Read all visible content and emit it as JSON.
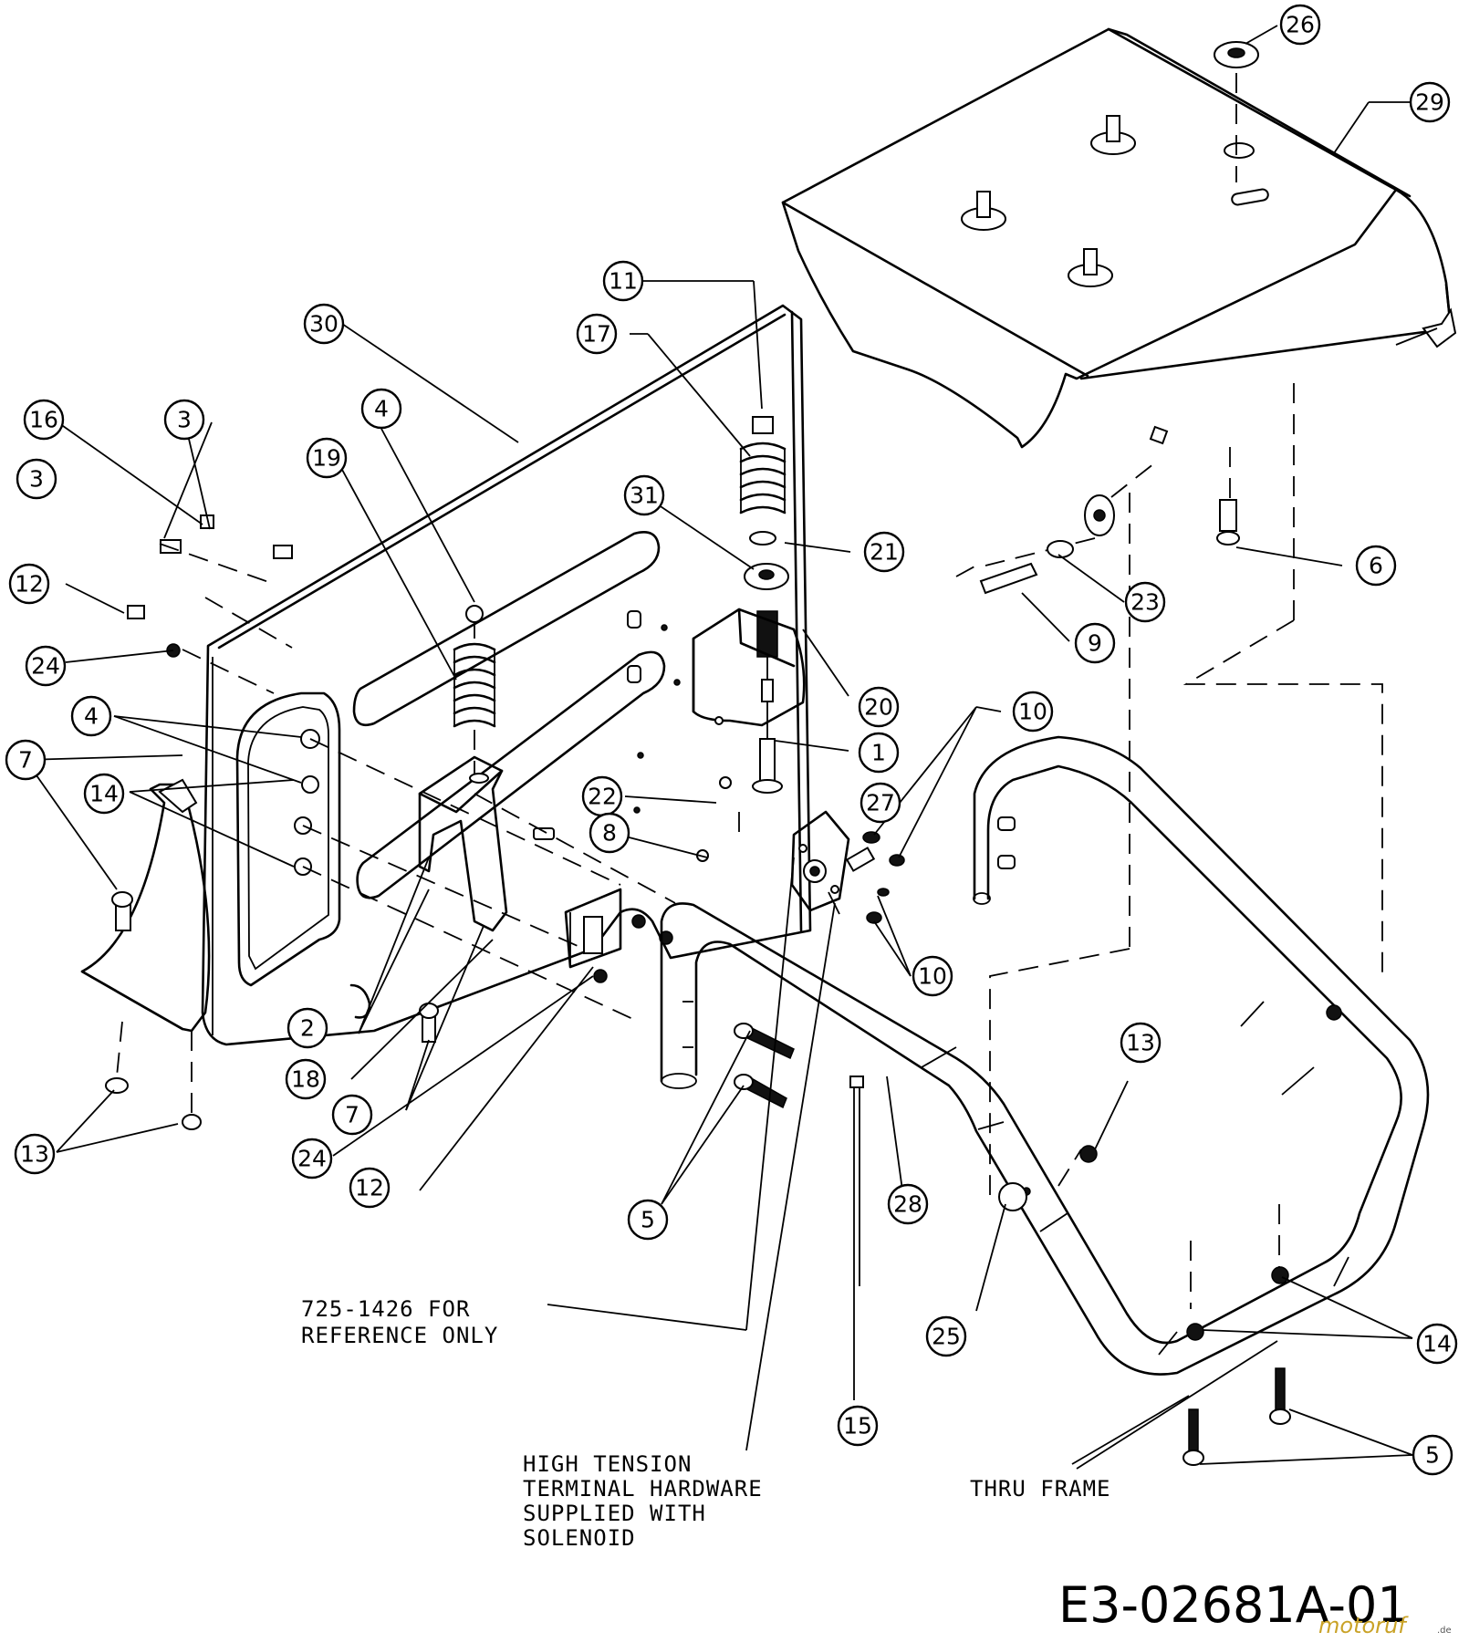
{
  "notes": {
    "reference_line1": "725-1426 FOR",
    "reference_line2": "REFERENCE ONLY",
    "hv_line1": "HIGH TENSION",
    "hv_line2": "TERMINAL HARDWARE",
    "hv_line3": "SUPPLIED WITH",
    "hv_line4": "SOLENOID",
    "thru_frame": "THRU FRAME"
  },
  "drawing_code": "E3-02681A-01",
  "watermark": {
    "brand": "motoruf",
    "suffix": ".de"
  },
  "callouts": {
    "c26": "26",
    "c29": "29",
    "c30": "30",
    "c11": "11",
    "c17": "17",
    "c16": "16",
    "c3a": "3",
    "c3b": "3",
    "c4a": "4",
    "c19": "19",
    "c31": "31",
    "c21": "21",
    "c23": "23",
    "c6": "6",
    "c12a": "12",
    "c24a": "24",
    "c20": "20",
    "c9": "9",
    "c10a": "10",
    "c4b": "4",
    "c7a": "7",
    "c1": "1",
    "c14a": "14",
    "c22": "22",
    "c27": "27",
    "c8": "8",
    "c10b": "10",
    "c2": "2",
    "c13a": "13",
    "c18": "18",
    "c7b": "7",
    "c24b": "24",
    "c13b": "13",
    "c12b": "12",
    "c28": "28",
    "c5a": "5",
    "c25": "25",
    "c14b": "14",
    "c15": "15",
    "c5b": "5"
  }
}
